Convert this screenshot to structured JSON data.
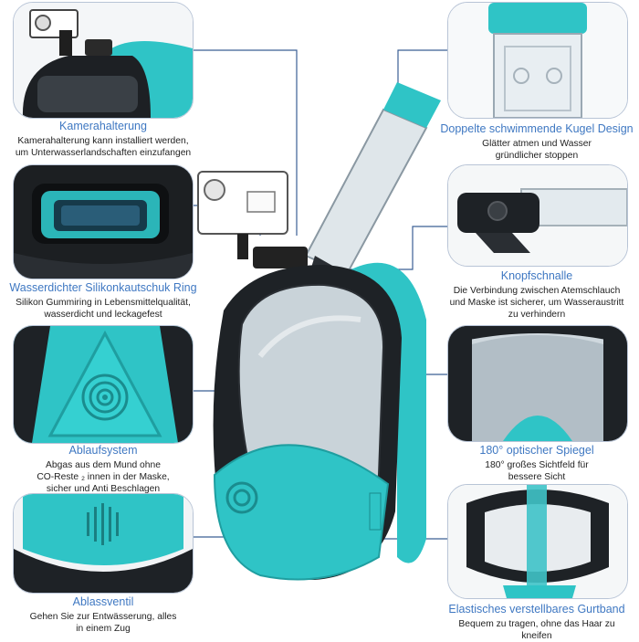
{
  "features": [
    {
      "id": "camera",
      "title": "Kamerahalterung",
      "lines": [
        "Kamerahalterung kann installiert werden,",
        "um Unterwasserlandschaften einzufangen"
      ]
    },
    {
      "id": "seal",
      "title": "Wasserdichter Silikonkautschuk Ring",
      "lines": [
        "Silikon Gummiring in Lebensmittelqualität,",
        "wasserdicht und leckagefest"
      ]
    },
    {
      "id": "drain",
      "title": "Ablaufsystem",
      "lines": [
        "Abgas aus dem Mund ohne",
        "CO-Reste ₂ innen in der Maske,",
        "sicher und Anti Beschlagen"
      ]
    },
    {
      "id": "valve",
      "title": "Ablassventil",
      "lines": [
        "Gehen Sie zur Entwässerung, alles",
        "in einem Zug"
      ]
    },
    {
      "id": "ball",
      "title": "Doppelte schwimmende Kugel Design",
      "lines": [
        "Glätter atmen und Wasser",
        "gründlicher stoppen"
      ]
    },
    {
      "id": "buckle",
      "title": "Knopfschnalle",
      "lines": [
        "Die Verbindung zwischen Atemschlauch",
        "und Maske ist sicherer, um Wasseraustritt",
        "zu verhindern"
      ]
    },
    {
      "id": "mirror",
      "title": "180° optischer Spiegel",
      "lines": [
        "180° großes Sichtfeld für",
        "bessere Sicht"
      ]
    },
    {
      "id": "strap",
      "title": "Elastisches verstellbares Gurtband",
      "lines": [
        "Bequem zu tragen, ohne das Haar zu",
        "kneifen"
      ]
    }
  ],
  "colors": {
    "accent": "#3f78c2",
    "teal": "#2cc3c4",
    "dark": "#1e2226",
    "line": "#3b5f95",
    "border": "#b8c4d6"
  }
}
